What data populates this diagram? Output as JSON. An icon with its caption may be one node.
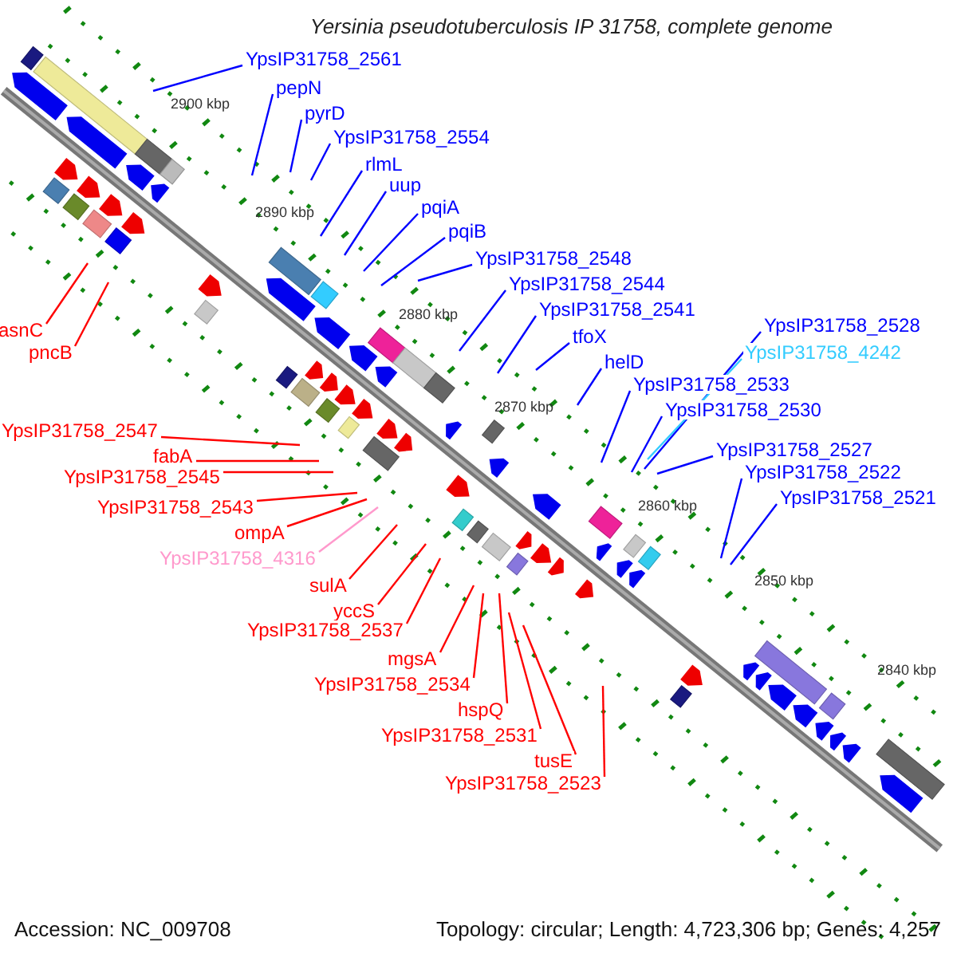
{
  "diagram": {
    "title": "Yersinia pseudotuberculosis IP 31758, complete genome",
    "nodes": [
      {
        "text": [
          "YpsIP31758_2561"
        ]
      },
      {
        "text": [
          "pepN"
        ]
      },
      {
        "text": [
          "pyrD"
        ]
      },
      {
        "text": [
          "YpsIP31758_2554"
        ]
      },
      {
        "text": [
          "rlmL"
        ]
      },
      {
        "text": [
          "uup"
        ]
      },
      {
        "text": [
          "pqiA"
        ]
      },
      {
        "text": [
          "pqiB"
        ]
      },
      {
        "text": [
          "YpsIP31758_2548"
        ]
      },
      {
        "text": [
          "YpsIP31758_2544"
        ]
      },
      {
        "text": [
          "YpsIP31758_2541"
        ]
      },
      {
        "text": [
          "tfoX"
        ]
      },
      {
        "text": [
          "helD"
        ]
      },
      {
        "text": [
          "YpsIP31758_2533"
        ]
      },
      {
        "text": [
          "YpsIP31758_2530"
        ]
      },
      {
        "text": [
          "YpsIP31758_2528"
        ]
      },
      {
        "text": [
          "YpsIP31758_4242"
        ]
      },
      {
        "text": [
          "YpsIP31758_2527"
        ]
      },
      {
        "text": [
          "YpsIP31758_2522"
        ]
      },
      {
        "text": [
          "YpsIP31758_2521"
        ]
      },
      {
        "text": [
          "asnC"
        ]
      },
      {
        "text": [
          "pncB"
        ]
      },
      {
        "text": [
          "YpsIP31758_2547"
        ]
      },
      {
        "text": [
          "fabA"
        ]
      },
      {
        "text": [
          "YpsIP31758_2545"
        ]
      },
      {
        "text": [
          "YpsIP31758_2543"
        ]
      },
      {
        "text": [
          "ompA"
        ]
      },
      {
        "text": [
          "YpsIP31758_4316"
        ]
      },
      {
        "text": [
          "sulA"
        ]
      },
      {
        "text": [
          "yccS"
        ]
      },
      {
        "text": [
          "YpsIP31758_2537"
        ]
      },
      {
        "text": [
          "mgsA"
        ]
      },
      {
        "text": [
          "YpsIP31758_2534"
        ]
      },
      {
        "text": [
          "hspQ"
        ]
      },
      {
        "text": [
          "YpsIP31758_2531"
        ]
      },
      {
        "text": [
          "tusE"
        ]
      },
      {
        "text": [
          "YpsIP31758_2523"
        ]
      }
    ],
    "edges": [
      {
        "from": 0,
        "to": null,
        "arrow": "none"
      },
      {
        "from": 1,
        "to": null,
        "arrow": "none"
      },
      {
        "from": 2,
        "to": null,
        "arrow": "none"
      },
      {
        "from": 3,
        "to": null,
        "arrow": "none"
      },
      {
        "from": 4,
        "to": null,
        "arrow": "none"
      },
      {
        "from": 5,
        "to": null,
        "arrow": "none"
      },
      {
        "from": 6,
        "to": null,
        "arrow": "none"
      },
      {
        "from": 7,
        "to": null,
        "arrow": "none"
      },
      {
        "from": 8,
        "to": null,
        "arrow": "none"
      },
      {
        "from": 9,
        "to": null,
        "arrow": "none"
      },
      {
        "from": 10,
        "to": null,
        "arrow": "none"
      },
      {
        "from": 11,
        "to": null,
        "arrow": "none"
      },
      {
        "from": 12,
        "to": null,
        "arrow": "none"
      },
      {
        "from": 13,
        "to": null,
        "arrow": "none"
      },
      {
        "from": 14,
        "to": null,
        "arrow": "none"
      },
      {
        "from": 15,
        "to": null,
        "arrow": "none"
      },
      {
        "from": 16,
        "to": null,
        "arrow": "none",
        "color": "#33ccff"
      },
      {
        "from": 17,
        "to": null,
        "arrow": "none"
      },
      {
        "from": 18,
        "to": null,
        "arrow": "none"
      },
      {
        "from": 19,
        "to": null,
        "arrow": "none"
      },
      {
        "from": 20,
        "to": null,
        "arrow": "none",
        "color": "#ff0000"
      },
      {
        "from": 21,
        "to": null,
        "arrow": "none",
        "color": "#ff0000"
      },
      {
        "from": 22,
        "to": null,
        "arrow": "none",
        "color": "#ff0000"
      },
      {
        "from": 23,
        "to": null,
        "arrow": "none",
        "color": "#ff0000"
      },
      {
        "from": 24,
        "to": null,
        "arrow": "none",
        "color": "#ff0000"
      },
      {
        "from": 25,
        "to": null,
        "arrow": "none",
        "color": "#ff0000"
      },
      {
        "from": 26,
        "to": null,
        "arrow": "none",
        "color": "#ff0000"
      },
      {
        "from": 27,
        "to": null,
        "arrow": "none",
        "color": "#ff99cc"
      },
      {
        "from": 28,
        "to": null,
        "arrow": "none",
        "color": "#ff0000"
      },
      {
        "from": 29,
        "to": null,
        "arrow": "none",
        "color": "#ff0000"
      },
      {
        "from": 30,
        "to": null,
        "arrow": "none",
        "color": "#ff0000"
      },
      {
        "from": 31,
        "to": null,
        "arrow": "none",
        "color": "#ff0000"
      },
      {
        "from": 32,
        "to": null,
        "arrow": "none",
        "color": "#ff0000"
      },
      {
        "from": 33,
        "to": null,
        "arrow": "none",
        "color": "#ff0000"
      },
      {
        "from": 34,
        "to": null,
        "arrow": "none",
        "color": "#ff0000"
      },
      {
        "from": 35,
        "to": null,
        "arrow": "none",
        "color": "#ff0000"
      },
      {
        "from": 36,
        "to": null,
        "arrow": "none",
        "color": "#ff0000"
      }
    ],
    "labels": [
      "2900 kbp",
      "2890 kbp",
      "2880 kbp",
      "2870 kbp",
      "2860 kbp",
      "2850 kbp",
      "2840 kbp",
      "Accession: NC_009708",
      "Topology: circular; Length: 4,723,306 bp; Genes: 4,257"
    ]
  }
}
